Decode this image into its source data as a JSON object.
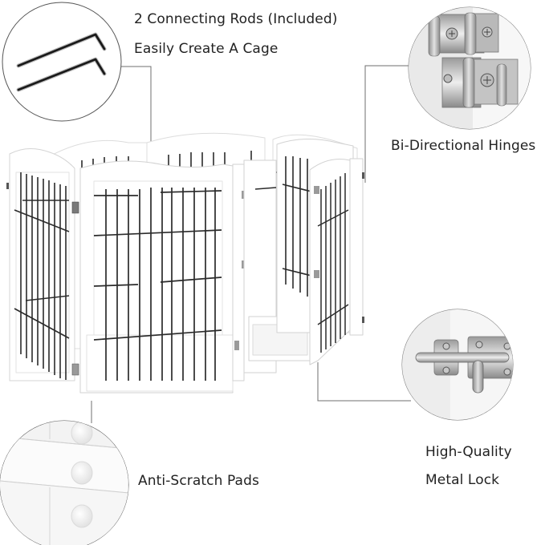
{
  "callouts": {
    "rods": {
      "line1": "2 Connecting Rods (Included)",
      "line2": "Easily Create A Cage"
    },
    "hinges": {
      "line1": "Bi-Directional Hinges"
    },
    "lock": {
      "line1": "High-Quality",
      "line2": "Metal Lock"
    },
    "pads": {
      "line1": "Anti-Scratch Pads"
    }
  },
  "colors": {
    "background": "#ffffff",
    "text": "#222222",
    "frame": "#ffffff",
    "frame_edge": "#d6d6d6",
    "wire": "#2b2b2b",
    "metal": "#a8a8a8",
    "callout_line": "#6f6f6f"
  }
}
